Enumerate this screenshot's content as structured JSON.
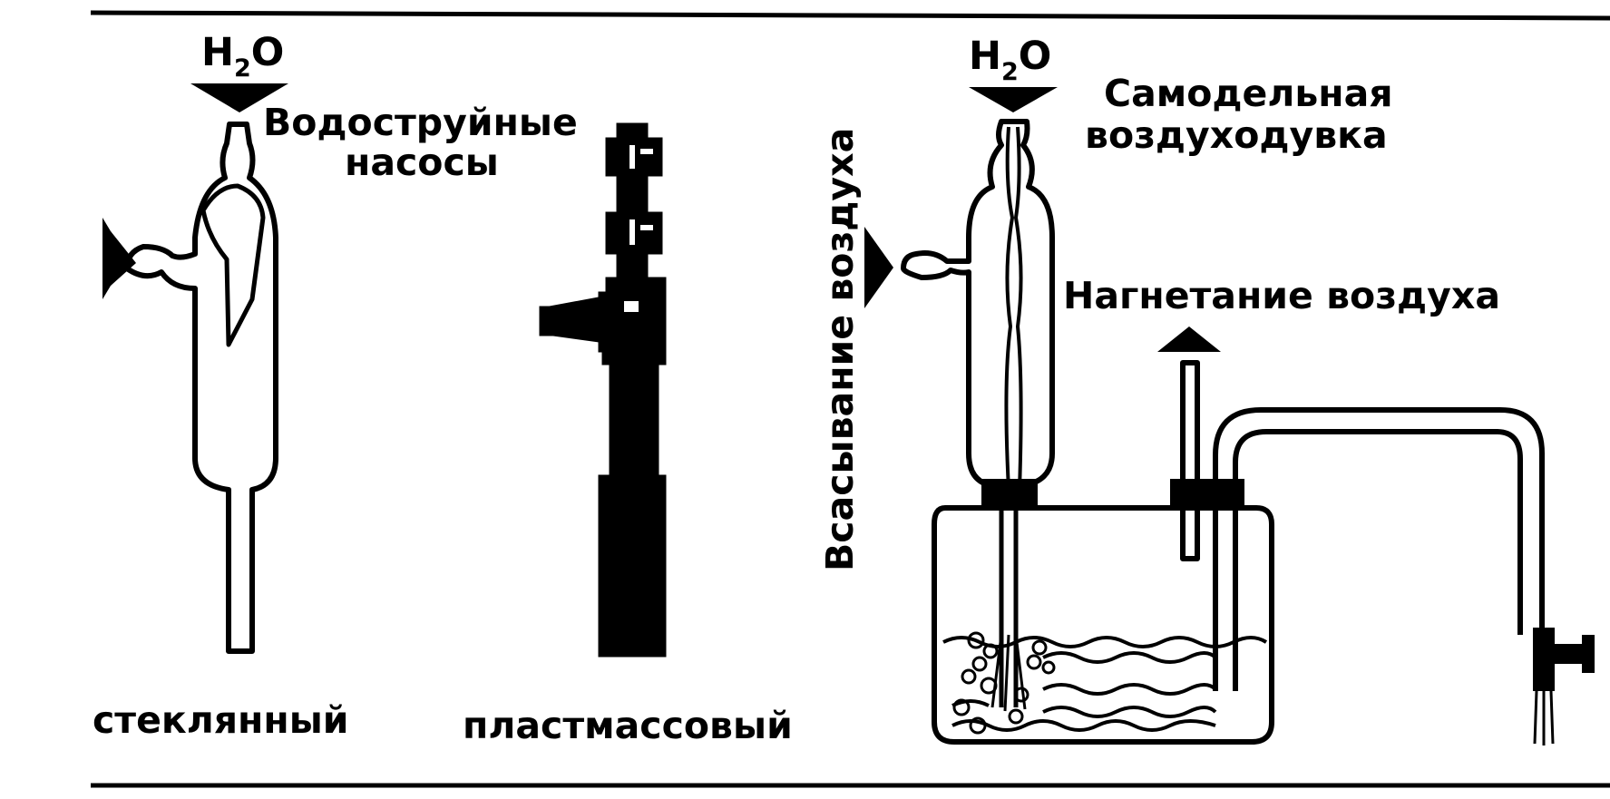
{
  "title": "Водоструйные насосы",
  "labels": {
    "title_line1": "Водоструйные",
    "title_line2": "насосы",
    "glass_caption": "стеклянный",
    "plastic_caption": "пластмассовый",
    "blower_line1": "Самодельная",
    "blower_line2": "воздуходувка",
    "suction": "Всасывание воздуха",
    "pressure": "Нагнетание воздуха"
  },
  "water_labels": [
    {
      "main": "H",
      "sub": "2",
      "end": "O"
    },
    {
      "main": "H",
      "sub": "2",
      "end": "O"
    }
  ],
  "colors": {
    "ink": "#000000",
    "paper": "#ffffff"
  }
}
